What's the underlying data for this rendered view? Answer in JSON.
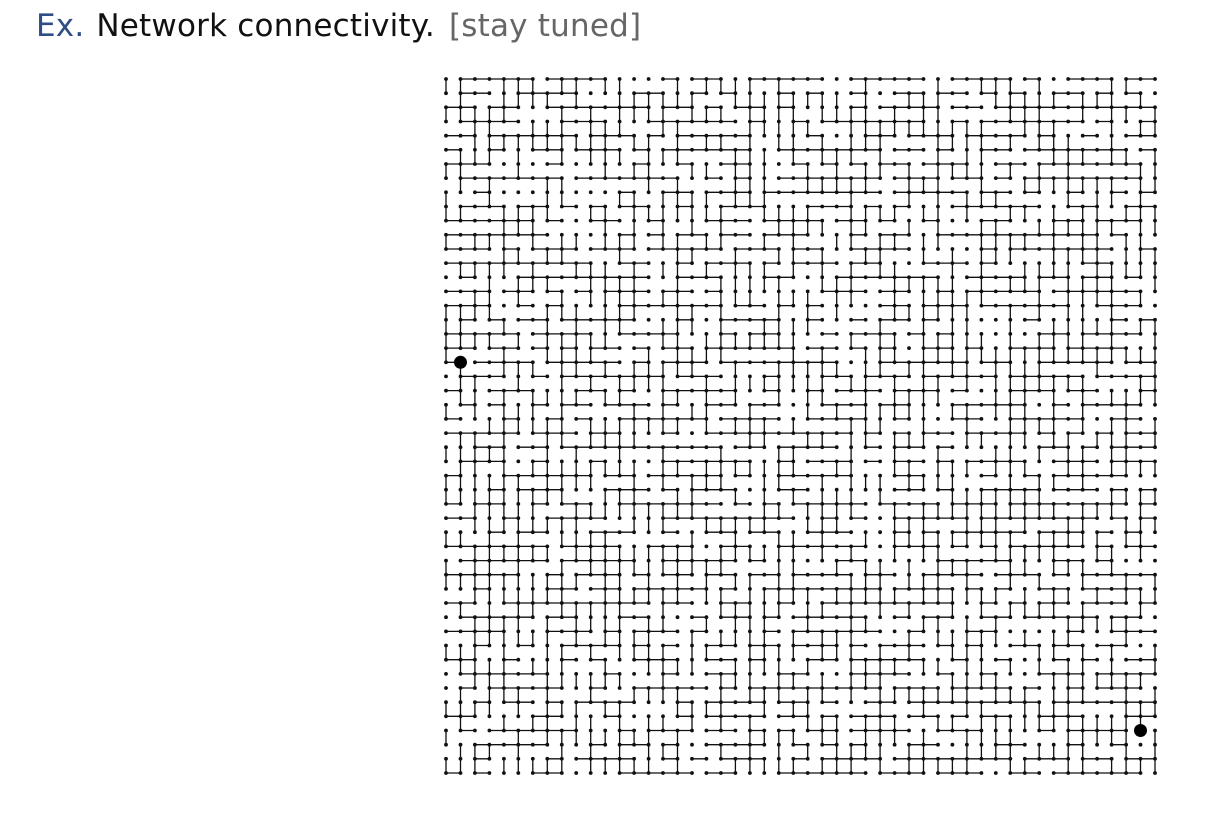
{
  "slide": {
    "ex_label": "Ex.",
    "title": "Network connectivity.",
    "note": "[stay tuned]"
  },
  "diagram": {
    "type": "grid-graph",
    "rows": 50,
    "cols": 50,
    "edge_probability": 0.6,
    "highlighted_nodes": [
      {
        "row": 20,
        "col": 1
      },
      {
        "row": 46,
        "col": 48
      }
    ],
    "colors": {
      "node": "#111111",
      "edge": "#111111",
      "highlight": "#000000",
      "accent": "#2f4e86"
    }
  }
}
